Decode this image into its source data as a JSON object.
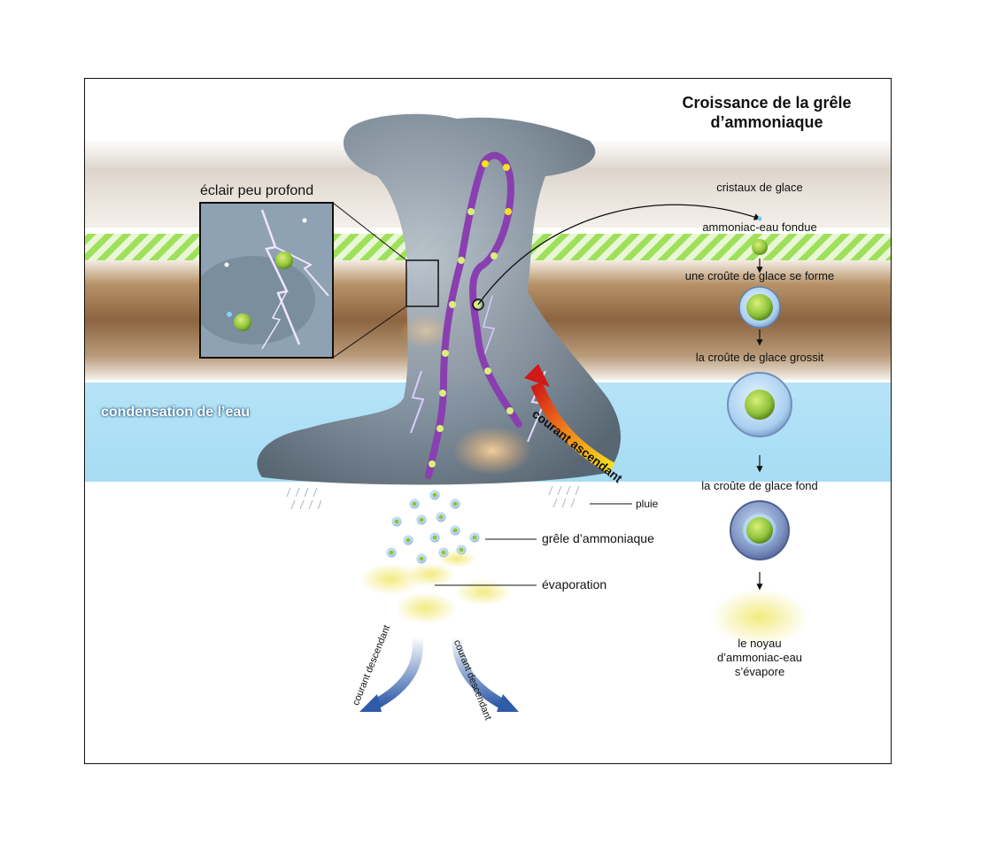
{
  "title": "Croissance de la grêle d’ammoniaque",
  "labels": {
    "inset": "éclair peu profond",
    "condensation": "condensation de l’eau",
    "updraft": "courant ascendant",
    "downdraft_left": "courant descendant",
    "downdraft_right": "courant descendant",
    "rain": "pluie",
    "hail": "grêle d’ammoniaque",
    "evaporation": "évaporation"
  },
  "stages": [
    "cristaux de glace",
    "ammoniac-eau fondue",
    "une croûte de glace se forme",
    "la croûte de glace grossit",
    "la croûte de glace fond",
    "le noyau d’ammoniac-eau s’évapore"
  ],
  "colors": {
    "trajectory": "#8a3fb0",
    "upper_haze": "#d8cfc6",
    "ammonia_band": "#9fe05a",
    "brown_band": "#a97e52",
    "water_band": "#9fd8f2",
    "ammonia_core": "#8fc23a",
    "ice_crust": "#a9cff0",
    "updraft_start": "#f5e11e",
    "updraft_end": "#d21818",
    "downdraft": "#2f5ba8"
  }
}
